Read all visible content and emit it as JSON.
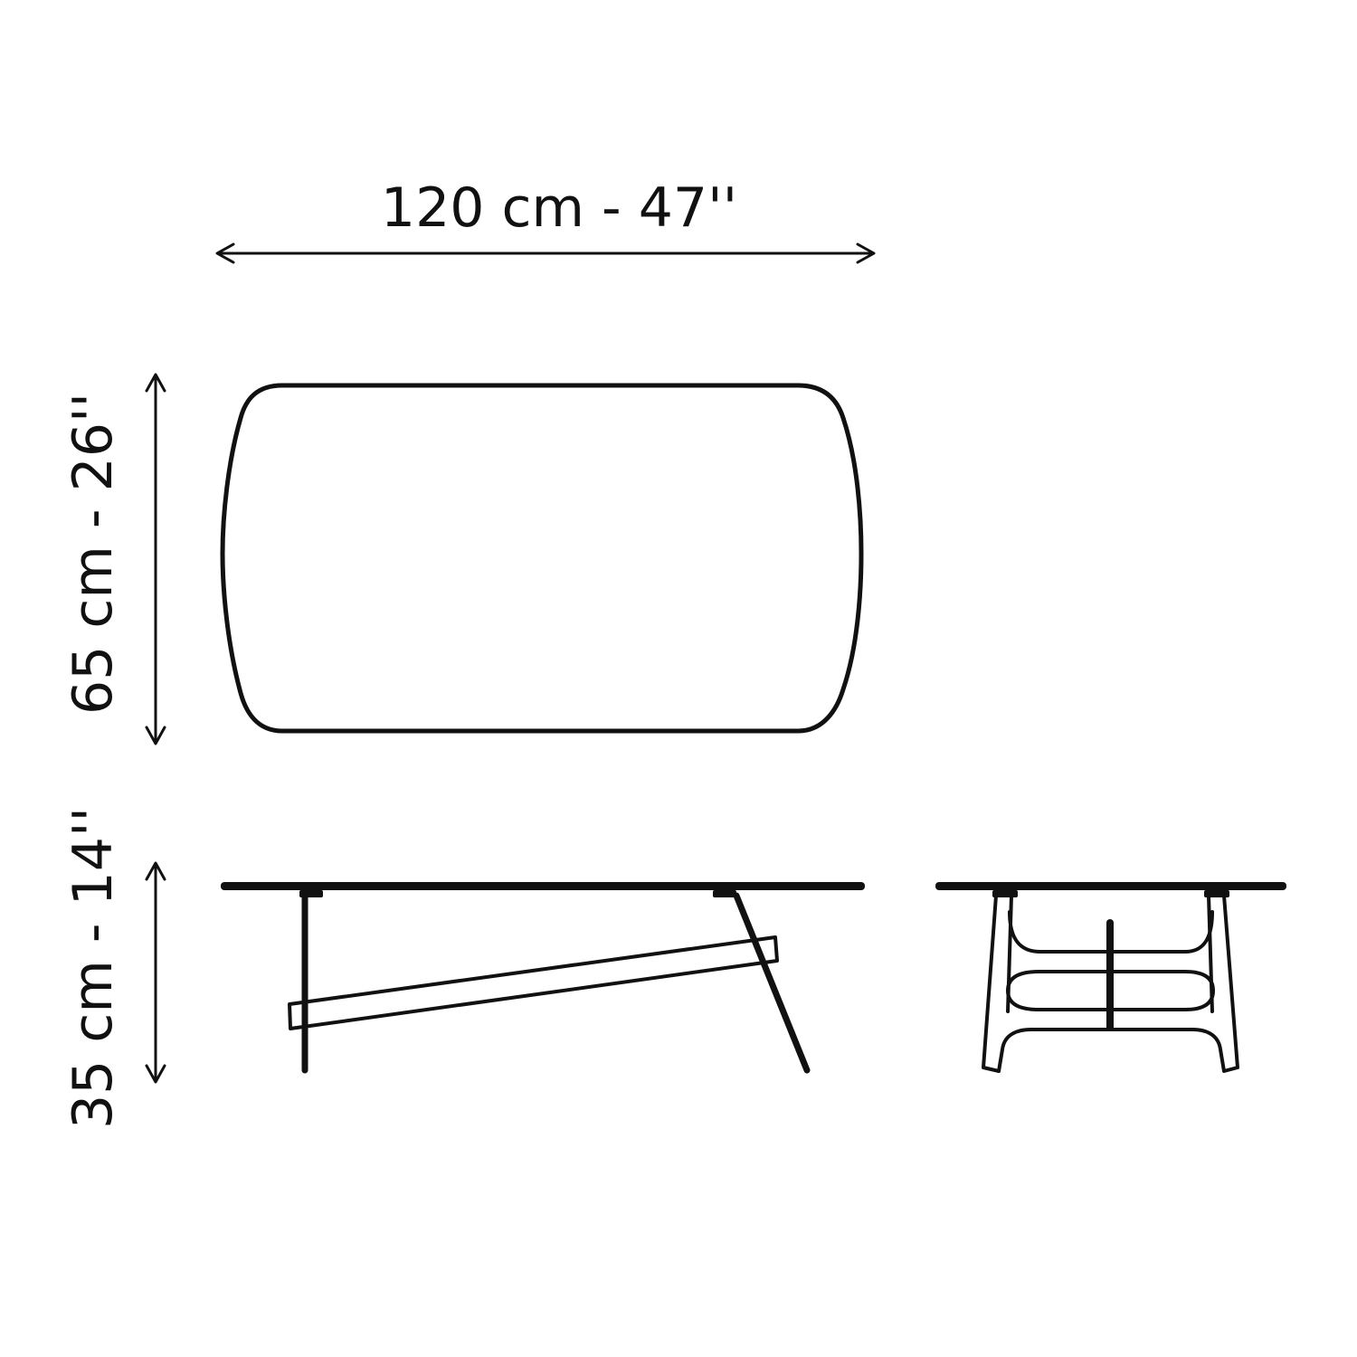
{
  "dimensions": {
    "width_label": "120 cm - 47''",
    "depth_label": "65 cm - 26''",
    "height_label": "35 cm - 14''"
  },
  "colors": {
    "line": "#111111",
    "background": "#ffffff"
  }
}
